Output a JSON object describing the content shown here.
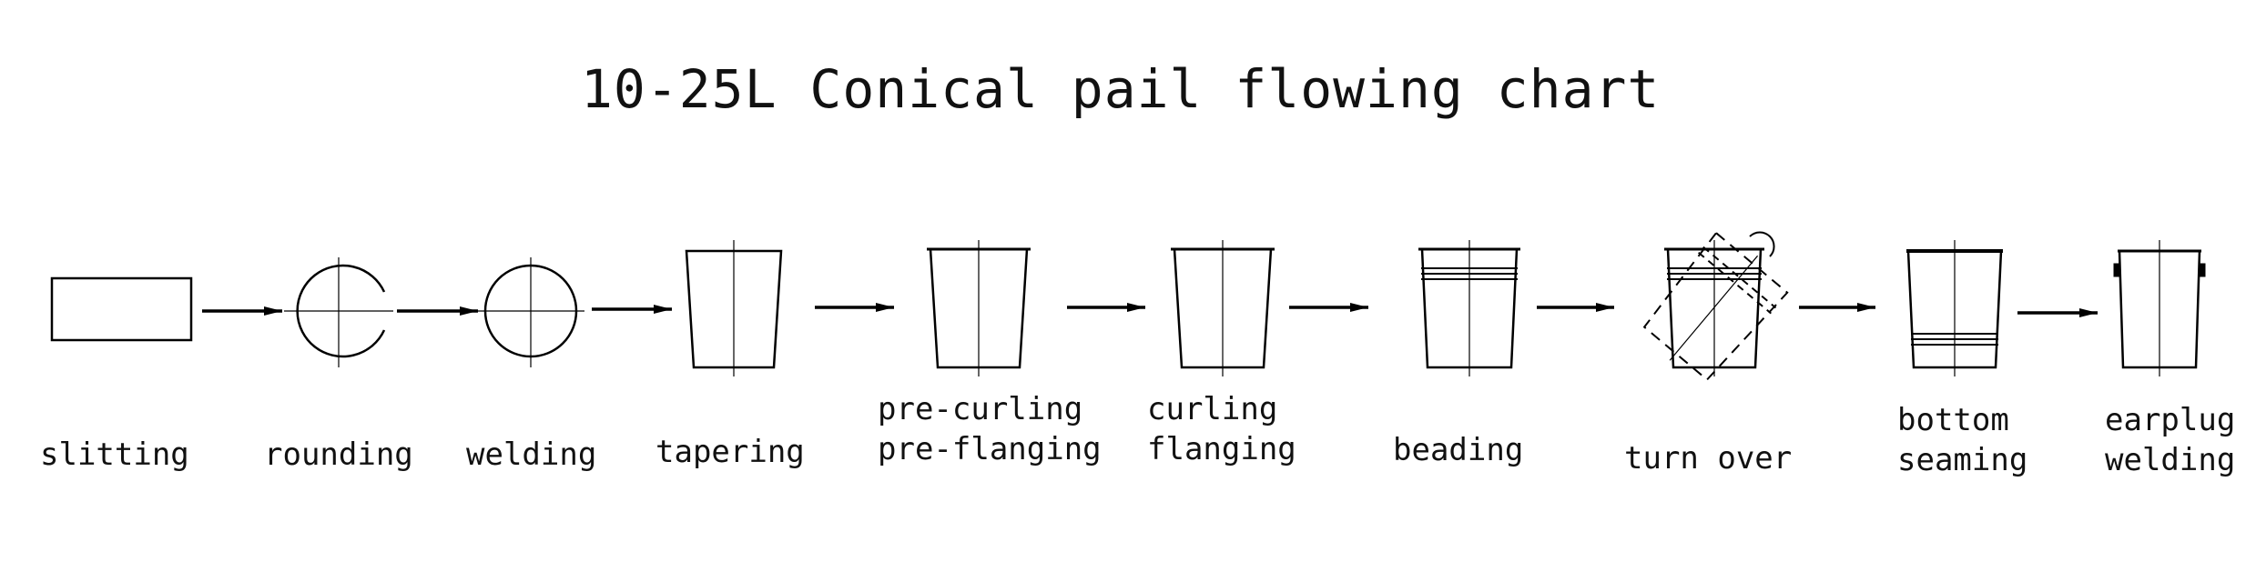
{
  "title": "10-25L Conical pail flowing chart",
  "steps": [
    {
      "lines": [
        "slitting"
      ],
      "icon": "sheet-blank-icon"
    },
    {
      "lines": [
        "rounding"
      ],
      "icon": "open-circle-icon"
    },
    {
      "lines": [
        "welding"
      ],
      "icon": "closed-circle-icon"
    },
    {
      "lines": [
        "tapering"
      ],
      "icon": "tapered-body-icon"
    },
    {
      "lines": [
        "pre-curling",
        "pre-flanging"
      ],
      "icon": "pre-curled-body-icon"
    },
    {
      "lines": [
        "curling",
        "flanging"
      ],
      "icon": "curled-body-icon"
    },
    {
      "lines": [
        "beading"
      ],
      "icon": "beaded-body-icon"
    },
    {
      "lines": [
        "turn over"
      ],
      "icon": "turn-over-body-icon"
    },
    {
      "lines": [
        "bottom",
        "seaming"
      ],
      "icon": "bottom-seamed-body-icon"
    },
    {
      "lines": [
        "earplug",
        "welding"
      ],
      "icon": "earplug-welded-body-icon"
    }
  ],
  "arrow_count": 9
}
